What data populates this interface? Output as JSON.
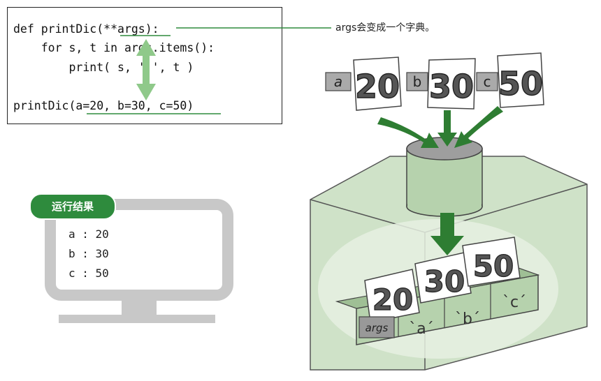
{
  "code": {
    "lines": [
      "def printDic(**args):",
      "    for s, t in args.items():",
      "        print( s, ':', t )",
      "printDic(a=20, b=30, c=50)"
    ]
  },
  "note": "args会变成一个字典。",
  "result": {
    "badge": "运行结果",
    "lines": [
      "a : 20",
      "b : 30",
      "c : 50"
    ]
  },
  "cards": [
    {
      "key": "a",
      "value": "20"
    },
    {
      "key": "b",
      "value": "30"
    },
    {
      "key": "c",
      "value": "50"
    }
  ],
  "box_cards": [
    "20",
    "30",
    "50"
  ],
  "compartments": {
    "label": "args",
    "keys": [
      "`a´",
      "`b´",
      "`c´"
    ]
  },
  "colors": {
    "accent": "#2e8b3d",
    "box_fill": "#c9dcc2",
    "monitor": "#c8c8c8"
  }
}
